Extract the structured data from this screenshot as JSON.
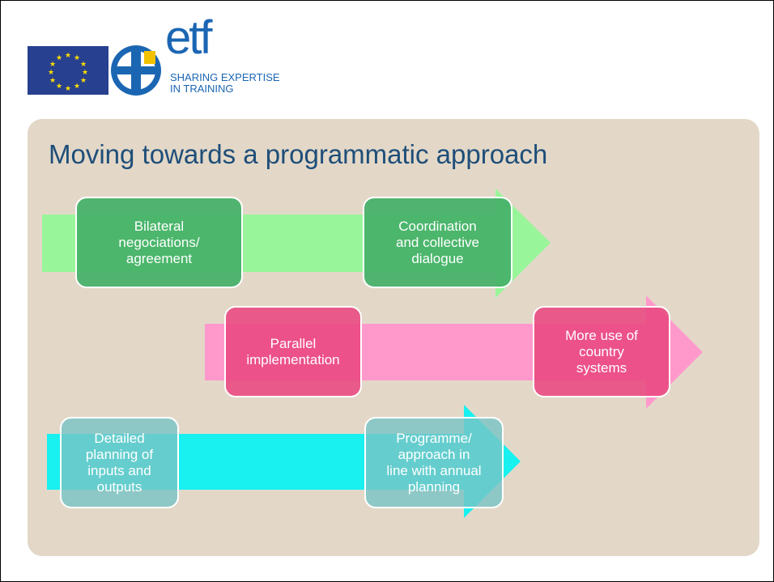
{
  "logo": {
    "brand": "etf",
    "tagline": "SHARING EXPERTISE\nIN TRAINING",
    "flag_color": "#27408f",
    "brand_color": "#1b66b3"
  },
  "slide": {
    "title": "Moving towards a programmatic approach"
  },
  "rows": [
    {
      "color": "#99f59a",
      "from": "Bilateral\nnegociations/\nagreement",
      "to": "Coordination\nand collective\ndialogue"
    },
    {
      "color": "#ff99cc",
      "from": "Parallel\nimplementation",
      "to": "More use of\ncountry\nsystems"
    },
    {
      "color": "#19f0f0",
      "from": "Detailed\nplanning of\ninputs and\noutputs",
      "to": "Programme/\napproach in\nline with annual\nplanning"
    }
  ]
}
